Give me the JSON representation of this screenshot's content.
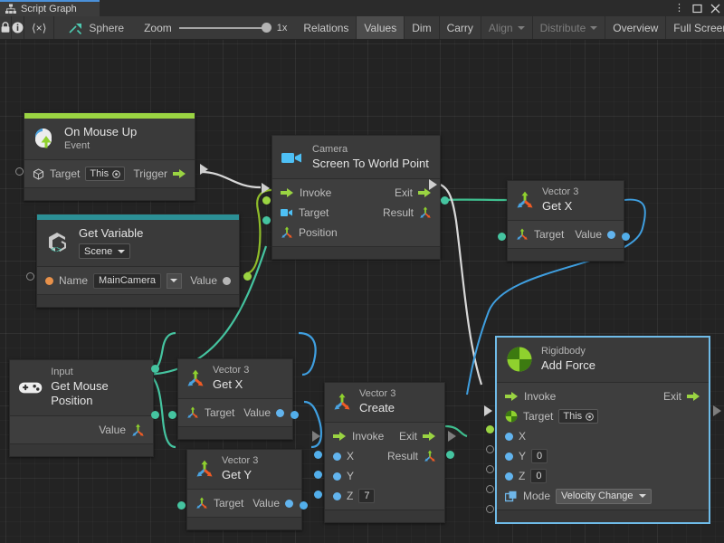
{
  "window": {
    "tab_label": "Script Graph",
    "tab_icon": "graph-icon",
    "menu_icon": "kebab-menu-icon",
    "maximize_icon": "maximize-icon",
    "close_icon": "close-icon"
  },
  "toolbar": {
    "lock_icon": "lock-icon",
    "info_icon": "info-icon",
    "code_icon": "code-brackets-icon",
    "object_icon": "script-machine-icon",
    "object_label": "Sphere",
    "zoom_label": "Zoom",
    "zoom_value": "1x",
    "buttons": [
      {
        "label": "Relations",
        "state": "normal"
      },
      {
        "label": "Values",
        "state": "active"
      },
      {
        "label": "Dim",
        "state": "normal"
      },
      {
        "label": "Carry",
        "state": "normal"
      },
      {
        "label": "Align",
        "state": "disabled",
        "dropdown": true
      },
      {
        "label": "Distribute",
        "state": "disabled",
        "dropdown": true
      },
      {
        "label": "Overview",
        "state": "normal"
      },
      {
        "label": "Full Screen",
        "state": "normal"
      }
    ]
  },
  "colors": {
    "accent_event": "#9ad442",
    "accent_variable": "#2b8f95",
    "flow_wire": "#d8d8d8",
    "green_wire": "#8fbc2a",
    "teal_wire": "#45c4a0",
    "blue_wire": "#3f9fe0",
    "selection": "#6fbbe8"
  },
  "nodes": [
    {
      "id": "on-mouse-up",
      "subtitle": "On Mouse Up",
      "title": "Event",
      "icon": "mouse-up-icon",
      "accent": "#9ad442",
      "ports": [
        {
          "label": "Target",
          "value": "This",
          "kind": "input-object"
        },
        {
          "label": "Trigger",
          "kind": "output-flow"
        }
      ]
    },
    {
      "id": "get-variable",
      "subtitle": "Get Variable",
      "title": "",
      "scope": "Scene",
      "icon": "unity-variable-icon",
      "accent": "#2b8f95",
      "ports": [
        {
          "label": "Name",
          "value": "MainCamera",
          "kind": "input-string"
        },
        {
          "label": "Value",
          "kind": "output-any"
        }
      ]
    },
    {
      "id": "camera-screen-to-world-point",
      "subtitle": "Camera",
      "title": "Screen To World Point",
      "icon": "camera-icon",
      "accent": "none",
      "ports": [
        {
          "label": "Invoke",
          "kind": "input-flow"
        },
        {
          "label": "Exit",
          "kind": "output-flow"
        },
        {
          "label": "Target",
          "kind": "input-camera"
        },
        {
          "label": "Result",
          "kind": "output-vector3"
        },
        {
          "label": "Position",
          "kind": "input-vector3"
        }
      ]
    },
    {
      "id": "vector3-get-x-top",
      "subtitle": "Vector 3",
      "title": "Get X",
      "icon": "vector3-icon",
      "ports": [
        {
          "label": "Target",
          "kind": "input-vector3"
        },
        {
          "label": "Value",
          "kind": "output-float"
        }
      ]
    },
    {
      "id": "input-get-mouse-position",
      "subtitle": "Input",
      "title": "Get Mouse Position",
      "icon": "gamepad-icon",
      "ports": [
        {
          "label": "Value",
          "kind": "output-vector3"
        }
      ]
    },
    {
      "id": "vector3-get-x",
      "subtitle": "Vector 3",
      "title": "Get X",
      "icon": "vector3-icon",
      "ports": [
        {
          "label": "Target",
          "kind": "input-vector3"
        },
        {
          "label": "Value",
          "kind": "output-float"
        }
      ]
    },
    {
      "id": "vector3-get-y",
      "subtitle": "Vector 3",
      "title": "Get Y",
      "icon": "vector3-icon",
      "ports": [
        {
          "label": "Target",
          "kind": "input-vector3"
        },
        {
          "label": "Value",
          "kind": "output-float"
        }
      ]
    },
    {
      "id": "vector3-create",
      "subtitle": "Vector 3",
      "title": "Create",
      "icon": "vector3-icon",
      "ports": [
        {
          "label": "Invoke",
          "kind": "input-flow"
        },
        {
          "label": "Exit",
          "kind": "output-flow"
        },
        {
          "label": "X",
          "kind": "input-float"
        },
        {
          "label": "Result",
          "kind": "output-vector3"
        },
        {
          "label": "Y",
          "kind": "input-float"
        },
        {
          "label": "Z",
          "value": "7",
          "kind": "input-float"
        }
      ]
    },
    {
      "id": "rigidbody-add-force",
      "subtitle": "Rigidbody",
      "title": "Add Force",
      "icon": "rigidbody-icon",
      "selected": true,
      "ports": [
        {
          "label": "Invoke",
          "kind": "input-flow"
        },
        {
          "label": "Exit",
          "kind": "output-flow"
        },
        {
          "label": "Target",
          "value": "This",
          "kind": "input-object"
        },
        {
          "label": "X",
          "kind": "input-float"
        },
        {
          "label": "Y",
          "value": "0",
          "kind": "input-float"
        },
        {
          "label": "Z",
          "value": "0",
          "kind": "input-float"
        },
        {
          "label": "Mode",
          "value": "Velocity Change",
          "kind": "input-enum"
        }
      ]
    }
  ],
  "labels": {
    "on_mouse_up_sub": "On Mouse Up",
    "on_mouse_up_title": "Event",
    "on_mouse_up_target": "Target",
    "on_mouse_up_this": "This",
    "on_mouse_up_trigger": "Trigger",
    "get_variable_sub": "Get Variable",
    "get_variable_scope": "Scene",
    "get_variable_name": "Name",
    "get_variable_value_name": "MainCamera",
    "get_variable_value": "Value",
    "camera_sub": "Camera",
    "camera_title": "Screen To World Point",
    "camera_invoke": "Invoke",
    "camera_exit": "Exit",
    "camera_target": "Target",
    "camera_result": "Result",
    "camera_position": "Position",
    "v3getx_top_sub": "Vector 3",
    "v3getx_top_title": "Get X",
    "v3getx_top_target": "Target",
    "v3getx_top_value": "Value",
    "input_sub": "Input",
    "input_title": "Get Mouse Position",
    "input_value": "Value",
    "v3getx_sub": "Vector 3",
    "v3getx_title": "Get X",
    "v3getx_target": "Target",
    "v3getx_value": "Value",
    "v3gety_sub": "Vector 3",
    "v3gety_title": "Get Y",
    "v3gety_target": "Target",
    "v3gety_value": "Value",
    "v3create_sub": "Vector 3",
    "v3create_title": "Create",
    "v3create_invoke": "Invoke",
    "v3create_exit": "Exit",
    "v3create_x": "X",
    "v3create_result": "Result",
    "v3create_y": "Y",
    "v3create_z": "Z",
    "v3create_z_value": "7",
    "rb_sub": "Rigidbody",
    "rb_title": "Add Force",
    "rb_invoke": "Invoke",
    "rb_exit": "Exit",
    "rb_target": "Target",
    "rb_this": "This",
    "rb_x": "X",
    "rb_y": "Y",
    "rb_y_value": "0",
    "rb_z": "Z",
    "rb_z_value": "0",
    "rb_mode": "Mode",
    "rb_mode_value": "Velocity Change"
  }
}
